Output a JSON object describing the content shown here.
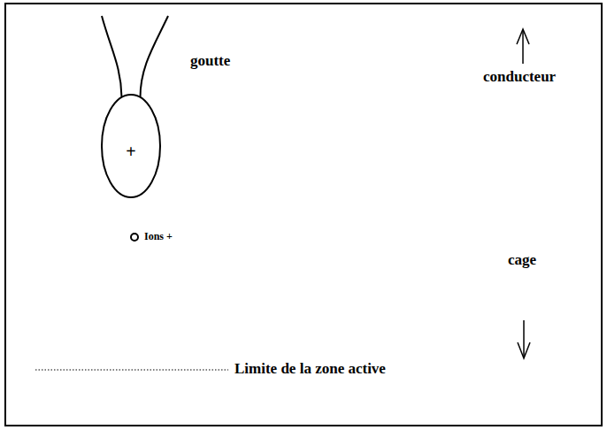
{
  "diagram": {
    "nodes": [
      {
        "text": [
          "+"
        ]
      }
    ],
    "labels": [
      "goutte",
      "Ions +",
      "conducteur",
      "cage",
      "Limite de la zone active"
    ]
  }
}
